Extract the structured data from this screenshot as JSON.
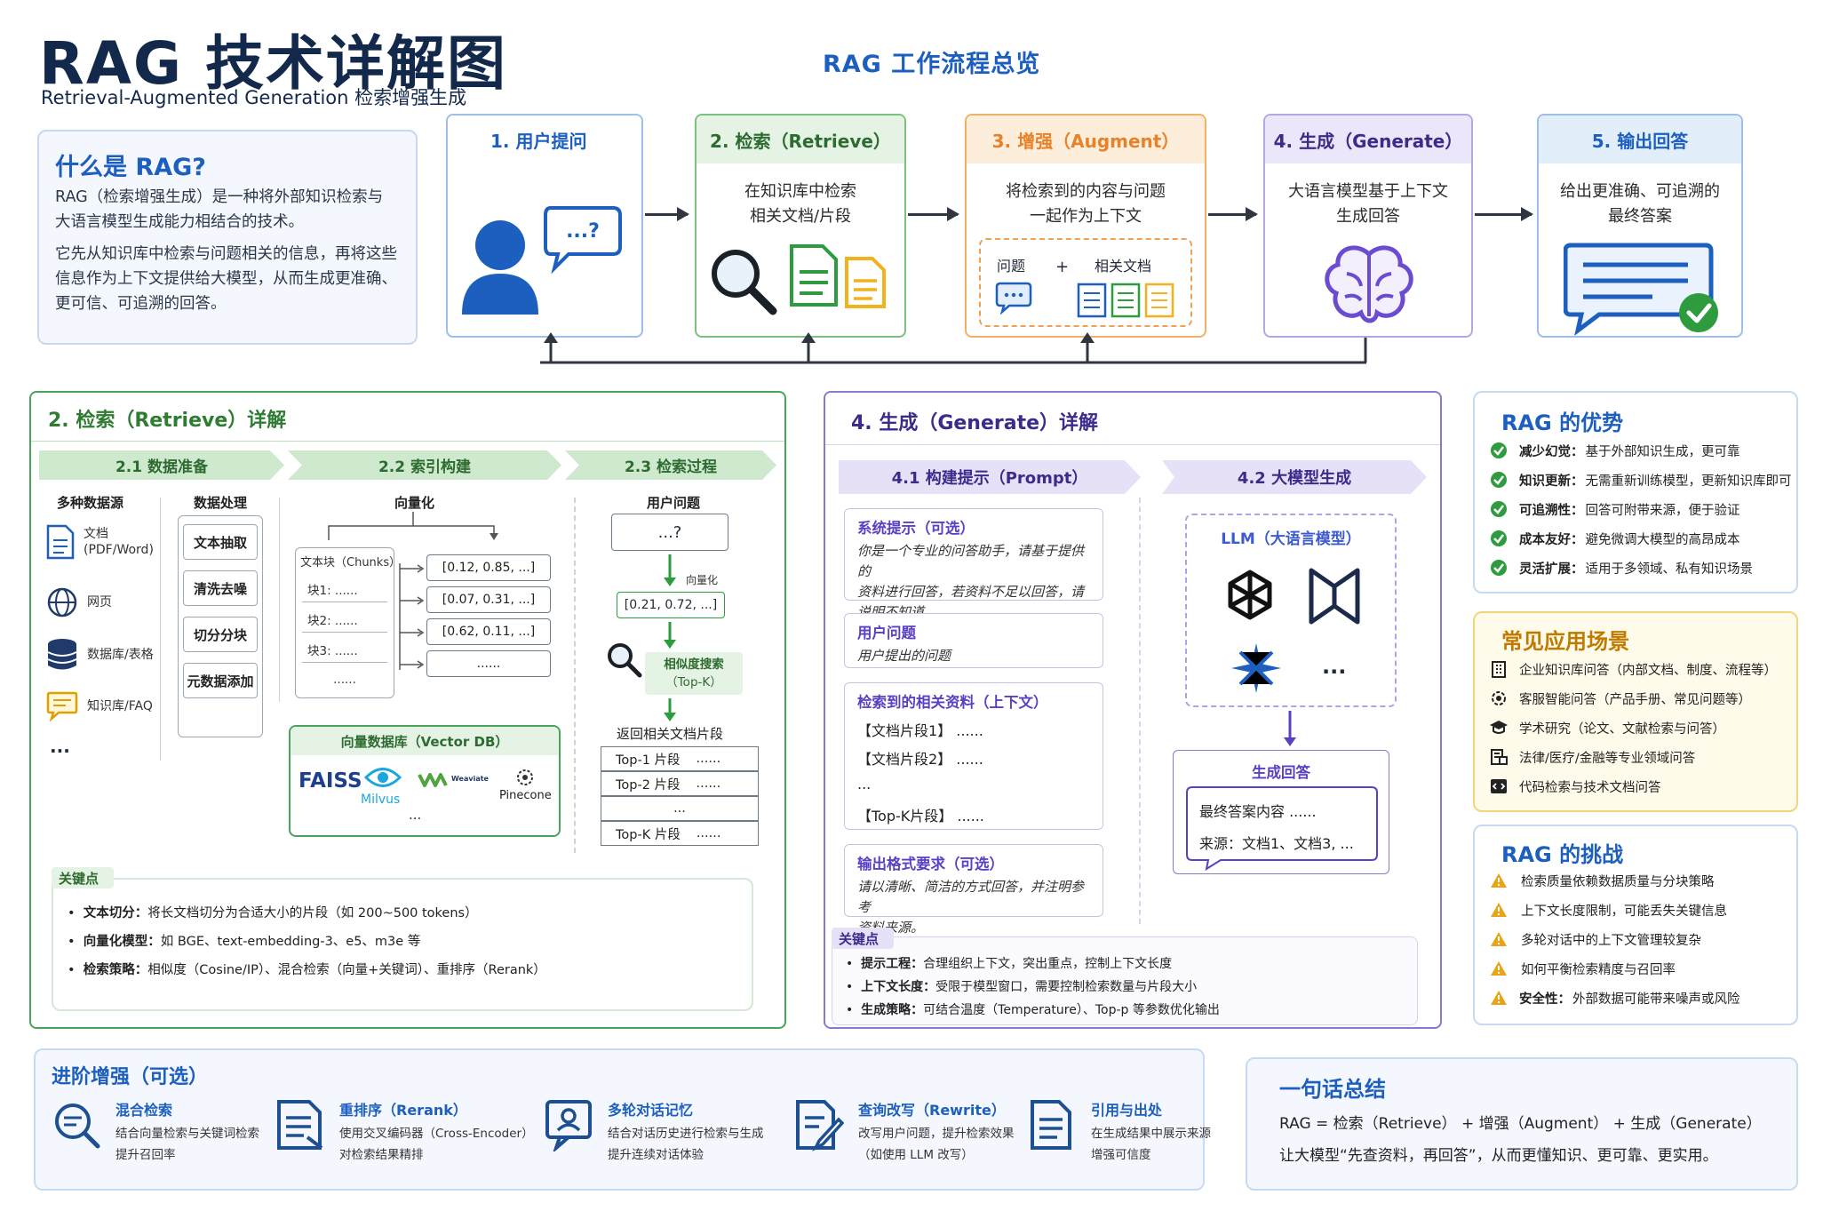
{
  "header": {
    "title": "RAG 技术详解图",
    "subtitle": "Retrieval-Augmented Generation 检索增强生成",
    "flow_title": "RAG 工作流程总览"
  },
  "what": {
    "title": "什么是 RAG?",
    "p1_l1": "RAG（检索增强生成）是一种将外部知识检索与",
    "p1_l2": "大语言模型生成能力相结合的技术。",
    "p2_l1": "它先从知识库中检索与问题相关的信息，再将这些",
    "p2_l2": "信息作为上下文提供给大模型，从而生成更准确、",
    "p2_l3": "更可信、可追溯的回答。"
  },
  "flow": {
    "s1": {
      "head": "1. 用户提问",
      "bubble": "...?"
    },
    "s2": {
      "head": "2. 检索（Retrieve）",
      "d1": "在知识库中检索",
      "d2": "相关文档/片段"
    },
    "s3": {
      "head": "3. 增强（Augment）",
      "d1": "将检索到的内容与问题",
      "d2": "一起作为上下文",
      "q": "问题",
      "plus": "+",
      "docs": "相关文档"
    },
    "s4": {
      "head": "4. 生成（Generate）",
      "d1": "大语言模型基于上下文",
      "d2": "生成回答"
    },
    "s5": {
      "head": "5. 输出回答",
      "d1": "给出更准确、可追溯的",
      "d2": "最终答案"
    }
  },
  "retrieve": {
    "title": "2. 检索（Retrieve）详解",
    "c1": "2.1  数据准备",
    "c2": "2.2  索引构建",
    "c3": "2.3  检索过程",
    "src_head": "多种数据源",
    "proc_head": "数据处理",
    "src": [
      {
        "l1": "文档",
        "l2": "(PDF/Word)"
      },
      {
        "l1": "网页",
        "l2": ""
      },
      {
        "l1": "数据库/表格",
        "l2": ""
      },
      {
        "l1": "知识库/FAQ",
        "l2": ""
      }
    ],
    "src_more": "...",
    "proc": [
      "文本抽取",
      "清洗去噪",
      "切分分块",
      "元数据添加"
    ],
    "vec_head": "向量化",
    "chunks_head": "文本块（Chunks）",
    "chunks": [
      "块1: ......",
      "块2: ......",
      "块3: ......",
      "......"
    ],
    "vectors": [
      "[0.12, 0.85, ...]",
      "[0.07, 0.31, ...]",
      "[0.62, 0.11, ...]",
      "......"
    ],
    "vdb_title": "向量数据库（Vector DB）",
    "vdb": {
      "faiss": "FAISS",
      "milvus": "Milvus",
      "weaviate": "Weaviate",
      "pinecone": "Pinecone",
      "more": "..."
    },
    "q_head": "用户问题",
    "q_bubble": "...?",
    "embed_lbl": "向量化",
    "q_vec": "[0.21, 0.72, ...]",
    "sim_l1": "相似度搜索",
    "sim_l2": "（Top-K）",
    "ret_head": "返回相关文档片段",
    "topk": [
      {
        "k": "Top-1 片段",
        "v": "......"
      },
      {
        "k": "Top-2 片段",
        "v": "......"
      },
      {
        "k": "...",
        "v": ""
      },
      {
        "k": "Top-K 片段",
        "v": "......"
      }
    ],
    "key_title": "关键点",
    "keys": [
      {
        "b": "文本切分：",
        "t": "将长文档切分为合适大小的片段（如 200~500 tokens）"
      },
      {
        "b": "向量化模型：",
        "t": "如 BGE、text-embedding-3、e5、m3e 等"
      },
      {
        "b": "检索策略：",
        "t": "相似度（Cosine/IP）、混合检索（向量+关键词）、重排序（Rerank）"
      }
    ]
  },
  "generate": {
    "title": "4. 生成（Generate）详解",
    "c1": "4.1  构建提示（Prompt）",
    "c2": "4.2  大模型生成",
    "sys_t": "系统提示（可选）",
    "sys_l1": "你是一个专业的问答助手，请基于提供的",
    "sys_l2": "资料进行回答，若资料不足以回答，请",
    "sys_l3": "说明不知道。",
    "uq_t": "用户问题",
    "uq_c": "用户提出的问题",
    "ctx_t": "检索到的相关资料（上下文）",
    "ctx": [
      "【文档片段1】 ......",
      "【文档片段2】 ......",
      "...",
      "【Top-K片段】 ......"
    ],
    "fmt_t": "输出格式要求（可选）",
    "fmt_l1": "请以清晰、简洁的方式回答，并注明参考",
    "fmt_l2": "资料来源。",
    "llm_title": "LLM（大语言模型）",
    "llm_more": "...",
    "ans_title": "生成回答",
    "ans_l1": "最终答案内容 ......",
    "ans_l2": "来源：文档1、文档3, ...",
    "key_title": "关键点",
    "keys": [
      {
        "b": "提示工程：",
        "t": "合理组织上下文，突出重点，控制上下文长度"
      },
      {
        "b": "上下文长度：",
        "t": "受限于模型窗口，需要控制检索数量与片段大小"
      },
      {
        "b": "生成策略：",
        "t": "可结合温度（Temperature）、Top-p 等参数优化输出"
      }
    ]
  },
  "advantages": {
    "title": "RAG 的优势",
    "items": [
      {
        "b": "减少幻觉：",
        "t": "基于外部知识生成，更可靠"
      },
      {
        "b": "知识更新：",
        "t": "无需重新训练模型，更新知识库即可"
      },
      {
        "b": "可追溯性：",
        "t": "回答可附带来源，便于验证"
      },
      {
        "b": "成本友好：",
        "t": "避免微调大模型的高昂成本"
      },
      {
        "b": "灵活扩展：",
        "t": "适用于多领域、私有知识场景"
      }
    ]
  },
  "scenes": {
    "title": "常见应用场景",
    "items": [
      "企业知识库问答（内部文档、制度、流程等）",
      "客服智能问答（产品手册、常见问题等）",
      "学术研究（论文、文献检索与问答）",
      "法律/医疗/金融等专业领域问答",
      "代码检索与技术文档问答"
    ]
  },
  "challenges": {
    "title": "RAG 的挑战",
    "items": [
      {
        "b": "",
        "t": "检索质量依赖数据质量与分块策略"
      },
      {
        "b": "",
        "t": "上下文长度限制，可能丢失关键信息"
      },
      {
        "b": "",
        "t": "多轮对话中的上下文管理较复杂"
      },
      {
        "b": "",
        "t": "如何平衡检索精度与召回率"
      },
      {
        "b": "安全性：",
        "t": "外部数据可能带来噪声或风险"
      }
    ]
  },
  "enhance": {
    "title": "进阶增强（可选）",
    "items": [
      {
        "t": "混合检索",
        "d1": "结合向量检索与关键词检索",
        "d2": "提升召回率"
      },
      {
        "t": "重排序（Rerank）",
        "d1": "使用交叉编码器（Cross-Encoder）",
        "d2": "对检索结果精排"
      },
      {
        "t": "多轮对话记忆",
        "d1": "结合对话历史进行检索与生成",
        "d2": "提升连续对话体验"
      },
      {
        "t": "查询改写（Rewrite）",
        "d1": "改写用户问题，提升检索效果",
        "d2": "（如使用 LLM 改写）"
      },
      {
        "t": "引用与出处",
        "d1": "在生成结果中展示来源",
        "d2": "增强可信度"
      }
    ]
  },
  "summary": {
    "title": "一句话总结",
    "l1": "RAG = 检索（Retrieve） + 增强（Augment） + 生成（Generate）",
    "l2": "让大模型“先查资料，再回答”，从而更懂知识、更可靠、更实用。"
  },
  "colors": {
    "navy": "#13294b",
    "blue": "#1d5fbf",
    "green": "#2e7d32",
    "orange": "#e8822a",
    "purple": "#5b3fc4",
    "warn": "#e8a317",
    "check": "#2e9b3e"
  }
}
